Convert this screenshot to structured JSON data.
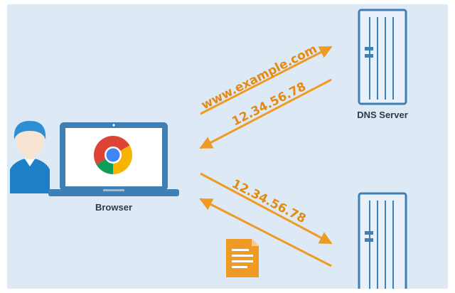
{
  "labels": {
    "dns_server": "DNS Server",
    "browser": "Browser"
  },
  "messages": {
    "query_domain": "www.example.com",
    "dns_reply_ip": "12.34.56.78",
    "request_ip": "12.34.56.78"
  },
  "colors": {
    "background": "#ddeaf6",
    "arrow": "#ef9a22",
    "server_body": "#e8f0fb",
    "server_outline": "#3e7fb4",
    "laptop_frame": "#3e7fb4",
    "user_hair": "#2d8fd2"
  },
  "icons": {
    "user": "user-avatar-icon",
    "browser_logo": "chrome-icon",
    "response": "document-icon",
    "server": "server-tower-icon"
  }
}
